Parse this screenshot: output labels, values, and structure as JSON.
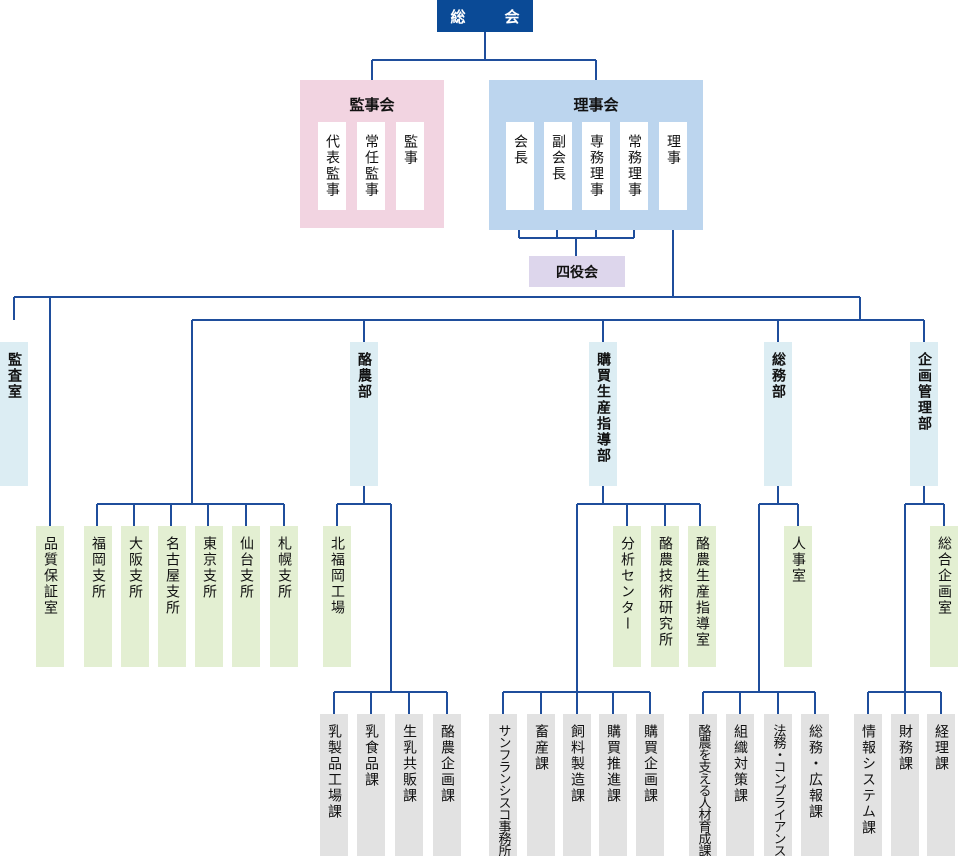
{
  "general_meeting": "総　会",
  "audit_board": {
    "title": "監事会",
    "members": [
      "代表監事",
      "常任監事",
      "監事"
    ]
  },
  "board": {
    "title": "理事会",
    "members": [
      "会長",
      "副会長",
      "専務理事",
      "常務理事",
      "理事"
    ]
  },
  "four_officers": "四役会",
  "departments": {
    "audit_office": "監査室",
    "quality_office": "品質保証室",
    "dairy": {
      "name": "酪農部",
      "branches": [
        "福岡支所",
        "大阪支所",
        "名古屋支所",
        "東京支所",
        "仙台支所",
        "札幌支所"
      ],
      "factory": "北福岡工場",
      "sections": [
        "乳製品工場課",
        "乳食品課",
        "生乳共販課",
        "酪農企画課"
      ]
    },
    "purchasing": {
      "name": "購買生産指導部",
      "centers": [
        "分析センター",
        "酪農技術研究所",
        "酪農生産指導室"
      ],
      "sections": [
        "サンフランシスコ事務所",
        "畜産課",
        "飼料製造課",
        "購買推進課",
        "購買企画課"
      ]
    },
    "general_affairs": {
      "name": "総務部",
      "office": "人事室",
      "sections": [
        "酪農を支える人材育成課",
        "組織対策課",
        "法務・コンプライアンス部",
        "総務・広報課"
      ]
    },
    "planning": {
      "name": "企画管理部",
      "office": "総合企画室",
      "sections": [
        "情報システム課",
        "財務課",
        "経理課"
      ]
    }
  },
  "colors": {
    "line": "#1f4e9c",
    "top": "#0a4a96",
    "audit_panel": "#f2d4e1",
    "board_panel": "#bcd5ee",
    "lavender": "#ddd6ec",
    "dept": "#dcedf3",
    "office": "#e3efd2",
    "section": "#e2e2e2"
  }
}
